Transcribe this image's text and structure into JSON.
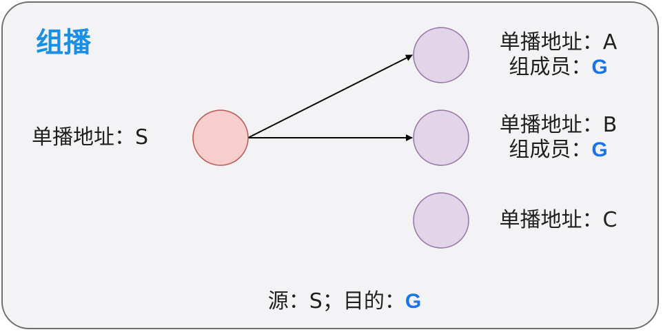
{
  "diagram": {
    "title": "组播",
    "source": {
      "label": "单播地址：S"
    },
    "receivers": [
      {
        "addr": "单播地址：A",
        "member": "组成员：",
        "group": "G"
      },
      {
        "addr": "单播地址：B",
        "member": "组成员：",
        "group": "G"
      },
      {
        "addr": "单播地址：C"
      }
    ],
    "footer": {
      "prefix": "源：S；目的：",
      "group": "G"
    },
    "colors": {
      "title": "#1a8fe3",
      "group_letter": "#1a73e8",
      "source_fill": "#f8cecc",
      "source_stroke": "#b85450",
      "receiver_fill": "#e1d5e7",
      "receiver_stroke": "#9673a6",
      "arrow": "#000000"
    }
  }
}
